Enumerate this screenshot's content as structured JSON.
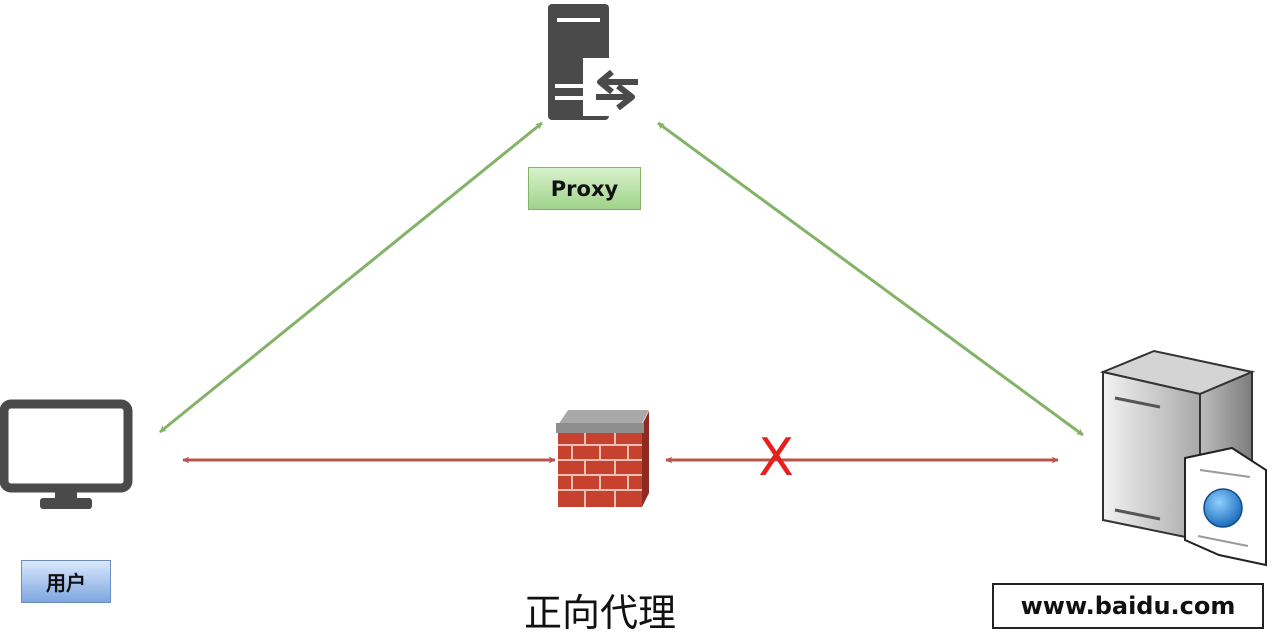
{
  "nodes": {
    "proxy": {
      "label": "Proxy",
      "icon": "proxy-server-icon"
    },
    "user": {
      "label": "用户",
      "icon": "desktop-monitor-icon"
    },
    "firewall": {
      "icon": "firewall-brick-wall-icon"
    },
    "target": {
      "label": "www.baidu.com",
      "icon": "web-server-icon"
    }
  },
  "caption": "正向代理",
  "blocked_marker": "X",
  "colors": {
    "allowed_link": "#82b366",
    "blocked_link": "#b85450",
    "blocked_marker": "#e8201d",
    "proxy_label_fill": "#a8d896",
    "user_label_fill": "#8fb2e8"
  },
  "edges": [
    {
      "from": "user",
      "to": "proxy",
      "kind": "allowed",
      "bidirectional": true
    },
    {
      "from": "proxy",
      "to": "target",
      "kind": "allowed",
      "bidirectional": true
    },
    {
      "from": "user",
      "to": "firewall",
      "kind": "blocked",
      "bidirectional": true
    },
    {
      "from": "firewall",
      "to": "target",
      "kind": "blocked",
      "bidirectional": true
    }
  ]
}
